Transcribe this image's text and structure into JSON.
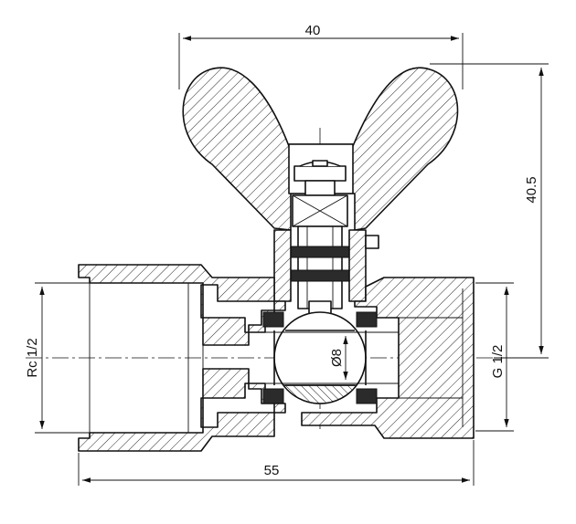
{
  "dimensions": {
    "handle_width": "40",
    "overall_height": "40.5",
    "overall_length": "55",
    "ball_bore": "Ø8",
    "female_thread": "Rc 1/2",
    "male_thread": "G 1/2"
  }
}
